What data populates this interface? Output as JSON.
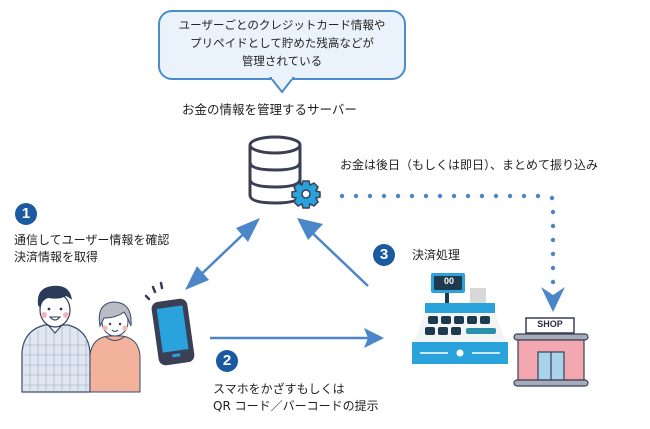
{
  "bubble": {
    "lines": [
      "ユーザーごとのクレジットカード情報や",
      "プリペイドとして貯めた残高などが",
      "管理されている"
    ]
  },
  "server": {
    "label": "お金の情報を管理するサーバー",
    "icon": "database-gear-icon"
  },
  "transfer_note": "お金は後日（もしくは即日）、まとめて振り込み",
  "steps": [
    {
      "number": "1",
      "lines": [
        "通信してユーザー情報を確認",
        "決済情報を取得"
      ]
    },
    {
      "number": "2",
      "lines": [
        "スマホをかざすもしくは",
        "QR コード／バーコードの提示"
      ]
    },
    {
      "number": "3",
      "lines": [
        "決済処理"
      ]
    }
  ],
  "register": {
    "display": "00",
    "icon": "cash-register-icon"
  },
  "shop": {
    "sign": "SHOP",
    "icon": "shop-icon"
  },
  "users": {
    "icon": "users-icon"
  },
  "phone": {
    "icon": "smartphone-icon"
  },
  "colors": {
    "arrow": "#4a86c8",
    "step_badge": "#1b5aa0",
    "gear": "#2aa3dc",
    "bubble_border": "#4b8ccc",
    "bubble_fill": "#eaf3fb",
    "register_blue": "#2aa3dc",
    "shop_pink": "#f2a7b1",
    "outline_dark": "#3a3f55"
  }
}
